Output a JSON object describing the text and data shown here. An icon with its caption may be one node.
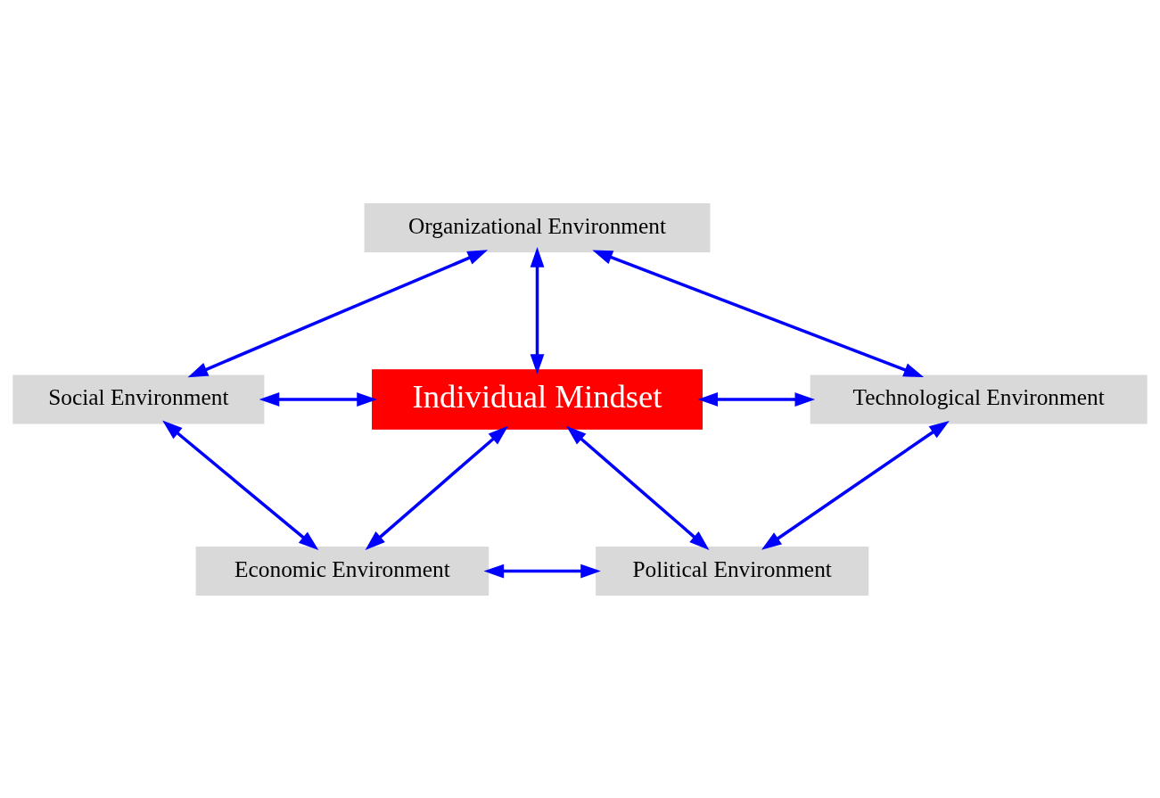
{
  "diagram": {
    "nodes": [
      {
        "text": [
          "Organizational Environment"
        ]
      },
      {
        "text": [
          "Social Environment"
        ]
      },
      {
        "text": [
          "Technological Environment"
        ]
      },
      {
        "text": [
          "Individual Mindset"
        ]
      },
      {
        "text": [
          "Economic Environment"
        ]
      },
      {
        "text": [
          "Political Environment"
        ]
      }
    ],
    "edges": [
      {
        "from": 0,
        "to": 1,
        "arrow": "both"
      },
      {
        "from": 0,
        "to": 2,
        "arrow": "both"
      },
      {
        "from": 0,
        "to": 3,
        "arrow": "both"
      },
      {
        "from": 1,
        "to": 3,
        "arrow": "both"
      },
      {
        "from": 3,
        "to": 2,
        "arrow": "both"
      },
      {
        "from": 1,
        "to": 4,
        "arrow": "both"
      },
      {
        "from": 2,
        "to": 5,
        "arrow": "both"
      },
      {
        "from": 3,
        "to": 4,
        "arrow": "both"
      },
      {
        "from": 3,
        "to": 5,
        "arrow": "both"
      },
      {
        "from": 4,
        "to": 5,
        "arrow": "both"
      }
    ]
  }
}
